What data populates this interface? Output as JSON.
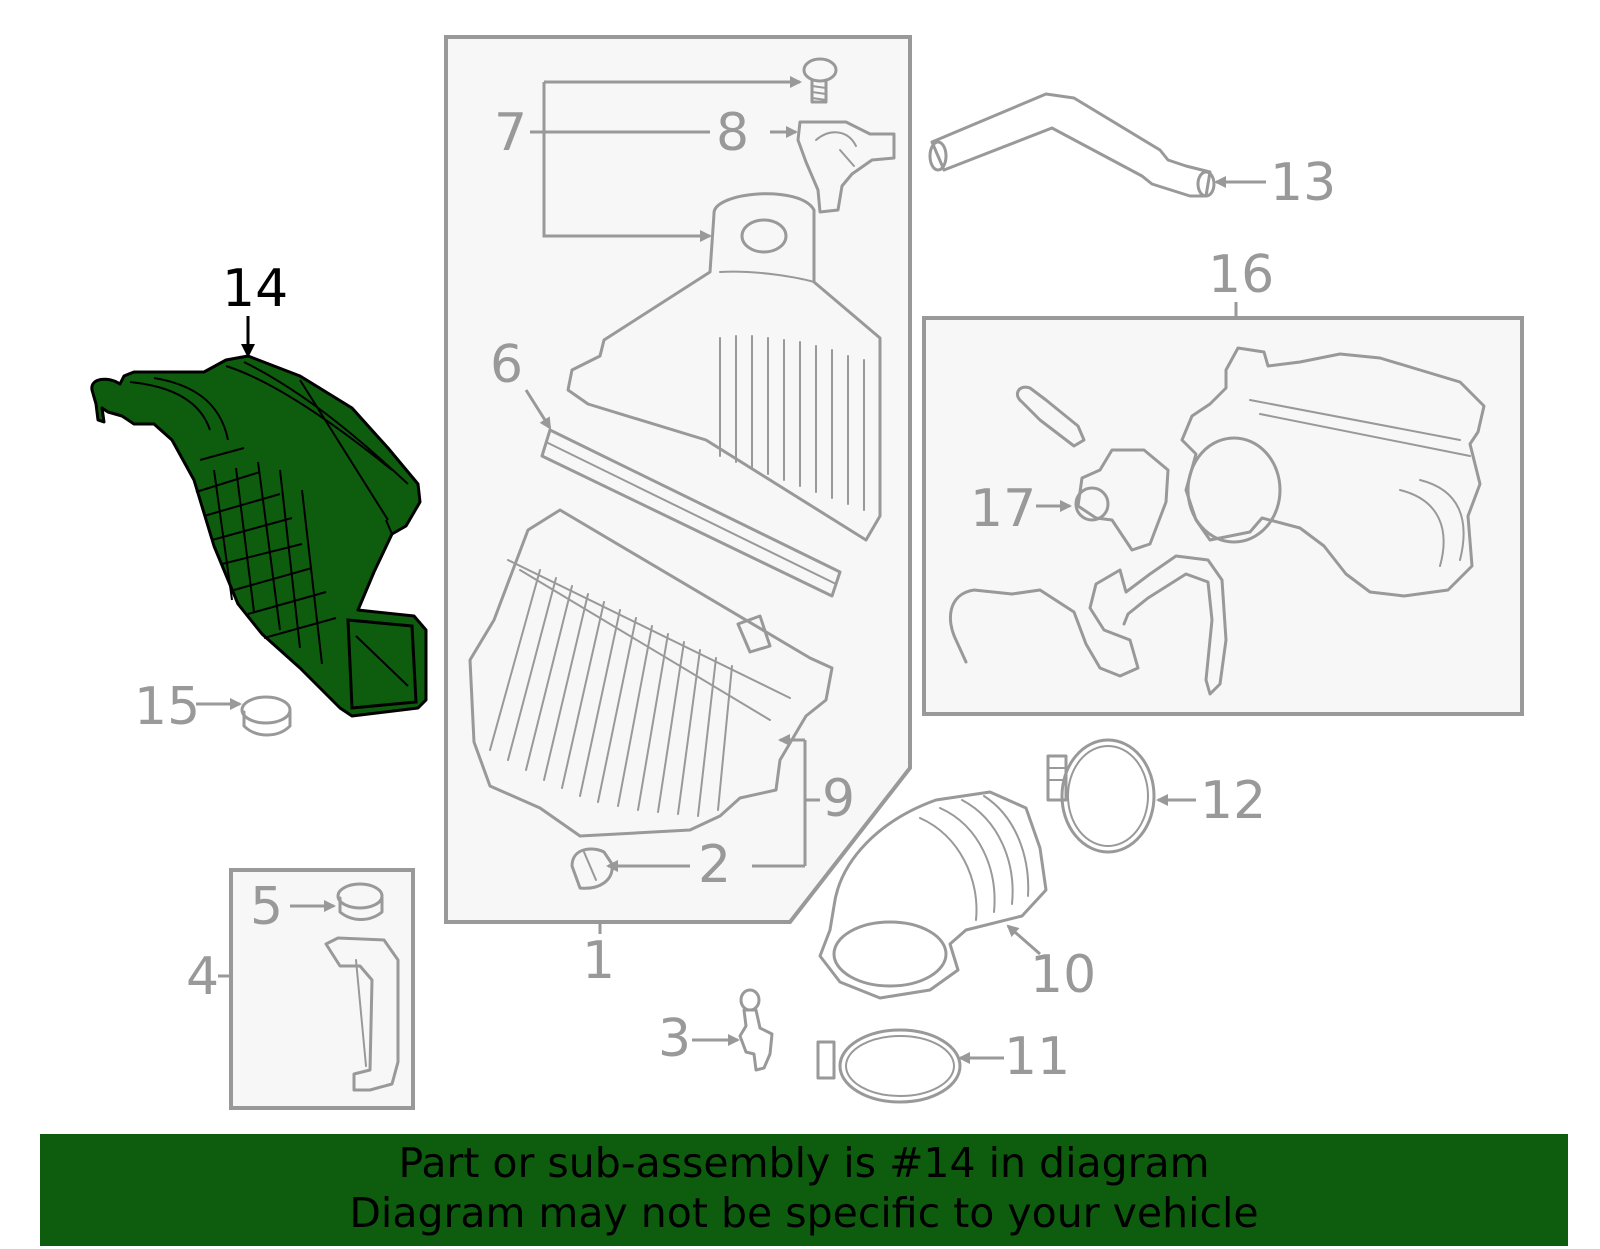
{
  "colors": {
    "highlight_fill": "#0e5c0e",
    "line_gray": "#999999",
    "banner_bg": "#0e5c0e",
    "box_fill": "#f7f7f7"
  },
  "highlighted_part": "14",
  "callouts": {
    "c1": "1",
    "c2": "2",
    "c3": "3",
    "c4": "4",
    "c5": "5",
    "c6": "6",
    "c7": "7",
    "c8": "8",
    "c9": "9",
    "c10": "10",
    "c11": "11",
    "c12": "12",
    "c13": "13",
    "c14": "14",
    "c15": "15",
    "c16": "16",
    "c17": "17"
  },
  "banner": {
    "line1": "Part or sub-assembly is #14 in diagram",
    "line2": "Diagram may not be specific to your vehicle"
  }
}
